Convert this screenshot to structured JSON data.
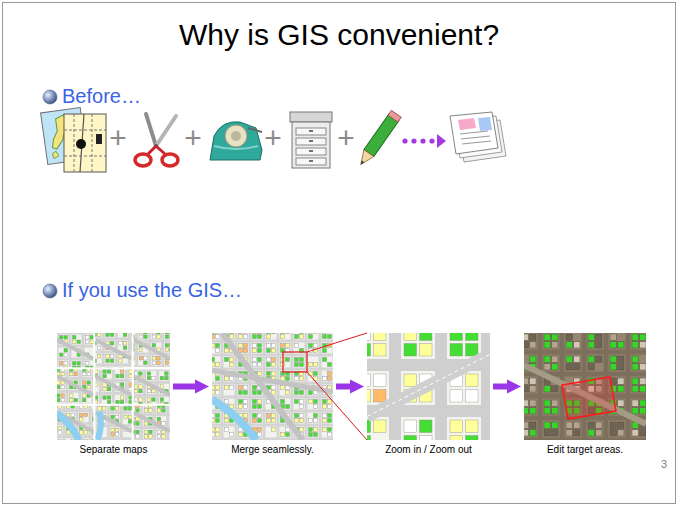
{
  "diagram": {
    "title": "Why is GIS convenient?",
    "nodes": [
      {
        "text": [
          "Separate maps"
        ]
      },
      {
        "text": [
          "Merge seamlessly."
        ]
      },
      {
        "text": [
          "Zoom in / Zoom out"
        ]
      },
      {
        "text": [
          "Edit target areas."
        ]
      }
    ],
    "edges": [
      {
        "from": 0,
        "to": 1,
        "arrow": "to"
      },
      {
        "from": 1,
        "to": 2,
        "arrow": "to"
      },
      {
        "from": 2,
        "to": 3,
        "arrow": "to"
      }
    ],
    "labels": [
      "Before…",
      "+",
      "+",
      "+",
      "+",
      "If you use the GIS…",
      "3"
    ]
  }
}
